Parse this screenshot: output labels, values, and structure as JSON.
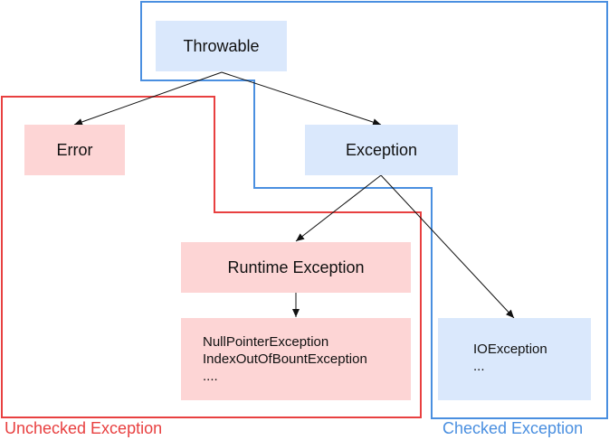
{
  "nodes": {
    "throwable": "Throwable",
    "error": "Error",
    "exception": "Exception",
    "runtime_exception": "Runtime Exception",
    "runtime_list": [
      "NullPointerException",
      "IndexOutOfBountException",
      "...."
    ],
    "io_list": [
      "IOException",
      "..."
    ]
  },
  "regions": {
    "unchecked_label": "Unchecked Exception",
    "checked_label": "Checked Exception"
  },
  "colors": {
    "blue_fill": "#dae8fc",
    "red_fill": "#fdd5d5",
    "unchecked_border": "#e84040",
    "checked_border": "#4a8fe0",
    "arrow": "#111111"
  },
  "edges": [
    {
      "from": "Throwable",
      "to": "Error"
    },
    {
      "from": "Throwable",
      "to": "Exception"
    },
    {
      "from": "Exception",
      "to": "Runtime Exception"
    },
    {
      "from": "Exception",
      "to": "IOException"
    },
    {
      "from": "Runtime Exception",
      "to": "NullPointerException"
    }
  ]
}
